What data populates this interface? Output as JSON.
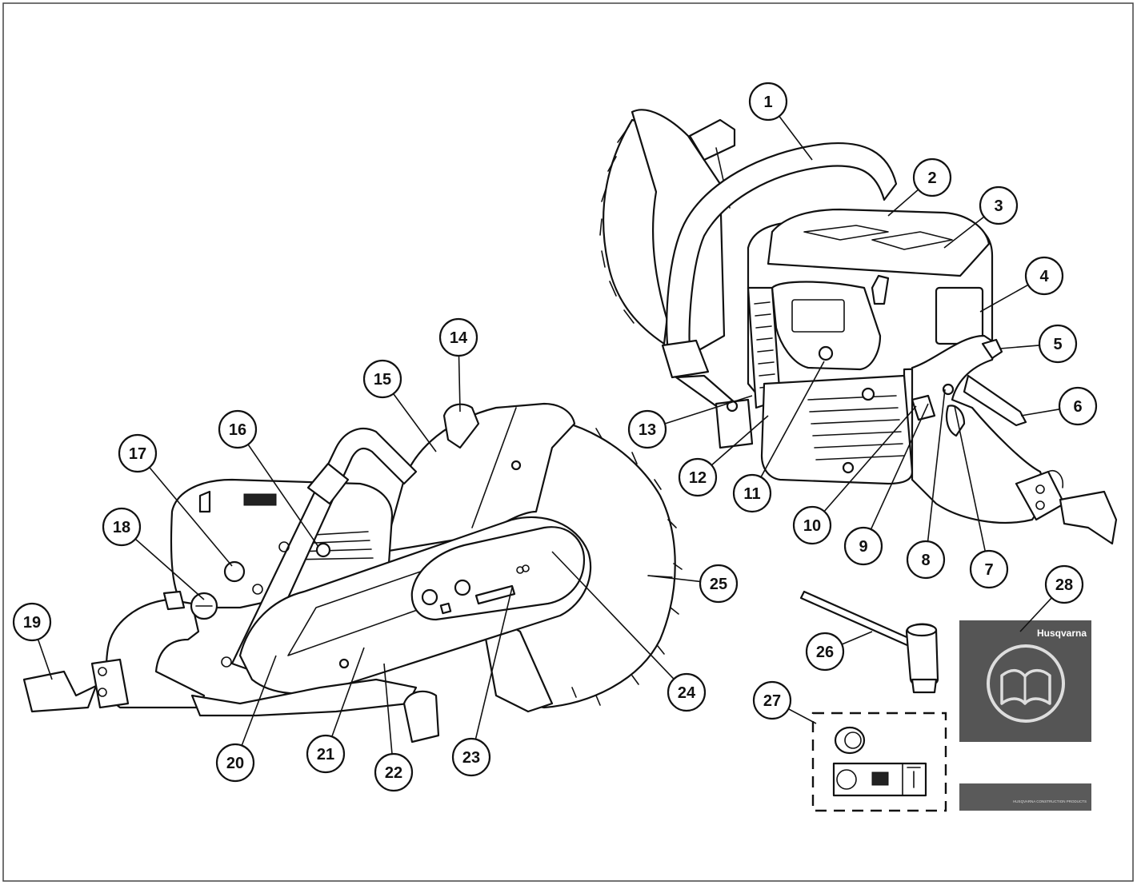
{
  "callouts": [
    {
      "id": "1",
      "label": "1"
    },
    {
      "id": "2",
      "label": "2"
    },
    {
      "id": "3",
      "label": "3"
    },
    {
      "id": "4",
      "label": "4"
    },
    {
      "id": "5",
      "label": "5"
    },
    {
      "id": "6",
      "label": "6"
    },
    {
      "id": "7",
      "label": "7"
    },
    {
      "id": "8",
      "label": "8"
    },
    {
      "id": "9",
      "label": "9"
    },
    {
      "id": "10",
      "label": "10"
    },
    {
      "id": "11",
      "label": "11"
    },
    {
      "id": "12",
      "label": "12"
    },
    {
      "id": "13",
      "label": "13"
    },
    {
      "id": "14",
      "label": "14"
    },
    {
      "id": "15",
      "label": "15"
    },
    {
      "id": "16",
      "label": "16"
    },
    {
      "id": "17",
      "label": "17"
    },
    {
      "id": "18",
      "label": "18"
    },
    {
      "id": "19",
      "label": "19"
    },
    {
      "id": "20",
      "label": "20"
    },
    {
      "id": "21",
      "label": "21"
    },
    {
      "id": "22",
      "label": "22"
    },
    {
      "id": "23",
      "label": "23"
    },
    {
      "id": "24",
      "label": "24"
    },
    {
      "id": "25",
      "label": "25"
    },
    {
      "id": "26",
      "label": "26"
    },
    {
      "id": "27",
      "label": "27"
    },
    {
      "id": "28",
      "label": "28"
    }
  ],
  "manual": {
    "brand": "Husqvarna",
    "footer": "HUSQVARNA CONSTRUCTION PRODUCTS"
  },
  "colors": {
    "line": "#111111",
    "manual_cover": "#555555",
    "manual_strip": "#5a5a5a",
    "background": "#ffffff"
  }
}
